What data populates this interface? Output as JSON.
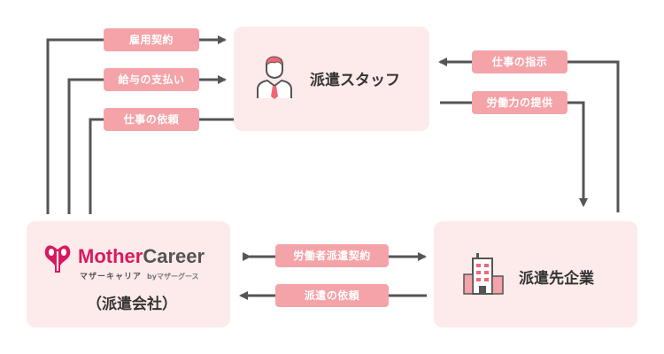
{
  "nodes": {
    "staff": {
      "label": "派遣スタッフ"
    },
    "company": {
      "logo_primary": "Mother",
      "logo_secondary": "Career",
      "logo_sub": "マザーキャリア",
      "logo_by": "byマザーグース",
      "label": "（派遣会社）"
    },
    "client": {
      "label": "派遣先企業"
    }
  },
  "edges": {
    "employment": "雇用契約",
    "salary": "給与の支払い",
    "job_request": "仕事の依頼",
    "instruction": "仕事の指示",
    "labor": "労働力の提供",
    "dispatch_contract": "労働者派遣契約",
    "dispatch_request": "派遣の依頼"
  },
  "colors": {
    "box_fill": "#fdeaea",
    "pill_fill": "#f4a3a8",
    "line": "#555555",
    "brand": "#d9195f"
  }
}
